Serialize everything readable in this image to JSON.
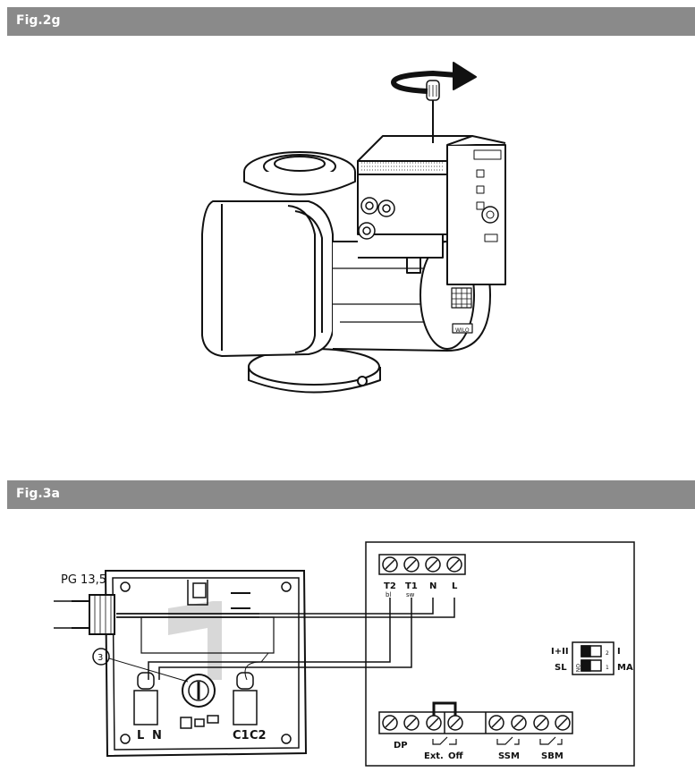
{
  "fig2": {
    "title": "Fig.2g",
    "brand": "WILO"
  },
  "fig3": {
    "title": "Fig.3a",
    "cable_gland": "PG 13,5",
    "callout": "3",
    "module_terminals": {
      "left": "L",
      "right": "N",
      "c1": "C1",
      "c2": "C2"
    },
    "top_terminals": [
      {
        "label": "T2",
        "sub": "bl"
      },
      {
        "label": "T1",
        "sub": "sw"
      },
      {
        "label": "N",
        "sub": ""
      },
      {
        "label": "L",
        "sub": ""
      }
    ],
    "dip": {
      "top_left": "I+II",
      "bottom_left": "SL",
      "top_right": "I",
      "bottom_right": "MA",
      "on": "ON",
      "n1": "1",
      "n2": "2"
    },
    "bottom_labels": {
      "dp": "DP",
      "ext": "Ext.",
      "off": "Off",
      "ssm": "SSM",
      "sbm": "SBM"
    }
  },
  "colors": {
    "bar": "#8a8a8a",
    "line": "#111111"
  }
}
